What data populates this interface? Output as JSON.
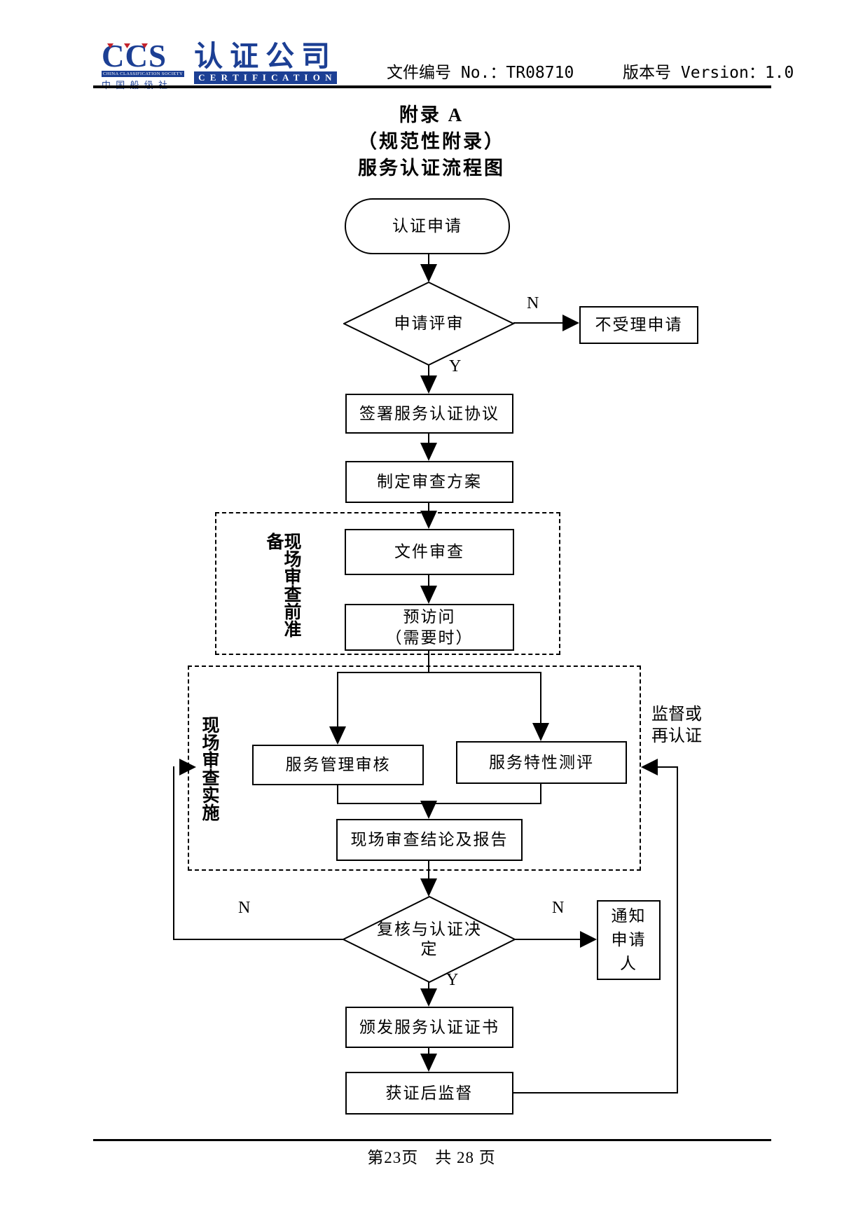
{
  "header": {
    "logo": {
      "ccs": "CCS",
      "ccs_bar": "CHINA CLASSIFICATION SOCIETY",
      "ccs_cn": "中 国 船 级 社",
      "brand_cn": "认证公司",
      "brand_en": "C E R T I F I C A T I O N",
      "blue": "#1c3f94",
      "red": "#c4232b"
    },
    "doc_no_label": "文件编号 No.：TR08710",
    "version_label": "版本号 Version：1.0"
  },
  "title": {
    "line1": "附录 A",
    "line2": "（规范性附录）",
    "line3": "服务认证流程图"
  },
  "flowchart": {
    "start": "认证申请",
    "review": "申请评审",
    "reject": "不受理申请",
    "sign": "签署服务认证协议",
    "plan": "制定审查方案",
    "doc_review": "文件审查",
    "previsit": [
      "预访问",
      "（需要时）"
    ],
    "prep_group_label": "现场审查前准备",
    "impl_group_label": "现场审查实施",
    "mgmt_audit": "服务管理审核",
    "char_eval": "服务特性测评",
    "conclusion": "现场审查结论及报告",
    "decision": [
      "复核与认证决",
      "定"
    ],
    "notify": [
      "通知",
      "申请",
      "人"
    ],
    "issue": "颁发服务认证证书",
    "post_cert": "获证后监督",
    "supervision": [
      "监督或",
      "再认证"
    ],
    "branch_labels": {
      "n1": "N",
      "y1": "Y",
      "n_left": "N",
      "n_right": "N",
      "y2": "Y"
    }
  },
  "footer": {
    "page_info": "第23页　共 28 页"
  }
}
